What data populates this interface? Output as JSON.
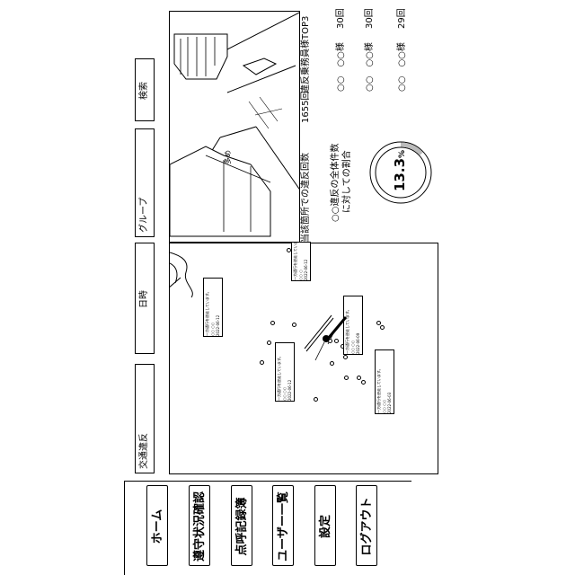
{
  "nav": {
    "items": [
      {
        "label": "ホーム",
        "name": "nav-home"
      },
      {
        "label": "遵守状況確認",
        "name": "nav-compliance-status"
      },
      {
        "label": "点呼記録簿",
        "name": "nav-roll-call-records"
      },
      {
        "label": "ユーザー一覧",
        "name": "nav-user-list"
      },
      {
        "label": "設定",
        "name": "nav-settings"
      },
      {
        "label": "ログアウト",
        "name": "nav-logout"
      }
    ]
  },
  "filters": {
    "category_label": "交通違反",
    "datetime_label": "日時",
    "group_label": "グループ",
    "search_label": "検索"
  },
  "map": {
    "callouts": [
      {
        "text": "一方通行を逆走しています。",
        "name": "○○ ○○",
        "date": "2022-06-12"
      },
      {
        "text": "一方通行を逆走しています。",
        "name": "○○ ○○",
        "date": "2022-06-12"
      },
      {
        "text": "一方通行を逆走しています。",
        "name": "○○ ○○",
        "date": "2022-06-09"
      },
      {
        "text": "一方通行を逆走しています。",
        "name": "○○ ○○",
        "date": "2022-06-03"
      },
      {
        "text": "一方通行を逆走しています。",
        "name": "○○ ○",
        "date": "2022-06-12"
      }
    ]
  },
  "stats": {
    "violation_count_label": "当該箇所での違反回数",
    "violation_count_value": "1655回",
    "top3_title": "違反乗務員様TOP3",
    "top3": [
      {
        "name": "○○　○○様",
        "count": "30回"
      },
      {
        "name": "○○　○○様",
        "count": "30回"
      },
      {
        "name": "○○　○○様",
        "count": "29回"
      }
    ],
    "ratio_label_1": "○○違反の全体件数",
    "ratio_label_2": "に対しての割合",
    "ratio_value": "13.3",
    "ratio_unit": "%",
    "ratio_fraction": 0.133
  },
  "photo": {
    "sign_text": "多め"
  }
}
